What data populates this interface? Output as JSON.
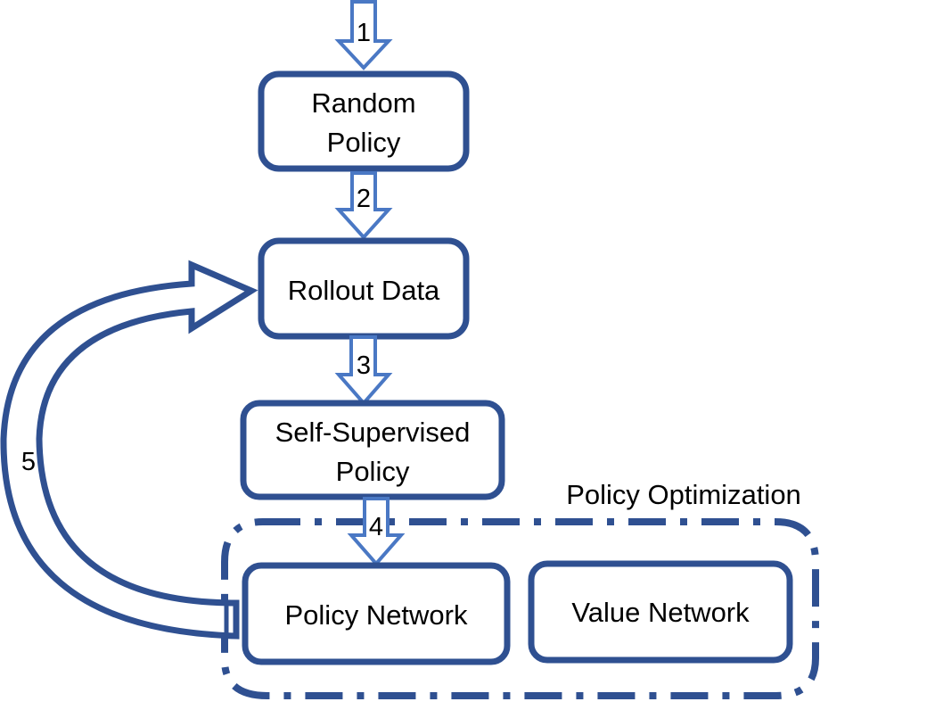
{
  "nodes": {
    "random_policy": {
      "line1": "Random",
      "line2": "Policy"
    },
    "rollout_data": {
      "label": "Rollout Data"
    },
    "self_supervised_policy": {
      "line1": "Self-Supervised",
      "line2": "Policy"
    },
    "policy_network": {
      "label": "Policy Network"
    },
    "value_network": {
      "label": "Value Network"
    }
  },
  "group": {
    "label": "Policy Optimization"
  },
  "steps": {
    "s1": "1",
    "s2": "2",
    "s3": "3",
    "s4": "4",
    "s5": "5"
  },
  "colors": {
    "box_stroke": "#2f5091",
    "arrow_stroke": "#4a78c4",
    "loop_stroke": "#2f5091",
    "text": "#000000"
  }
}
